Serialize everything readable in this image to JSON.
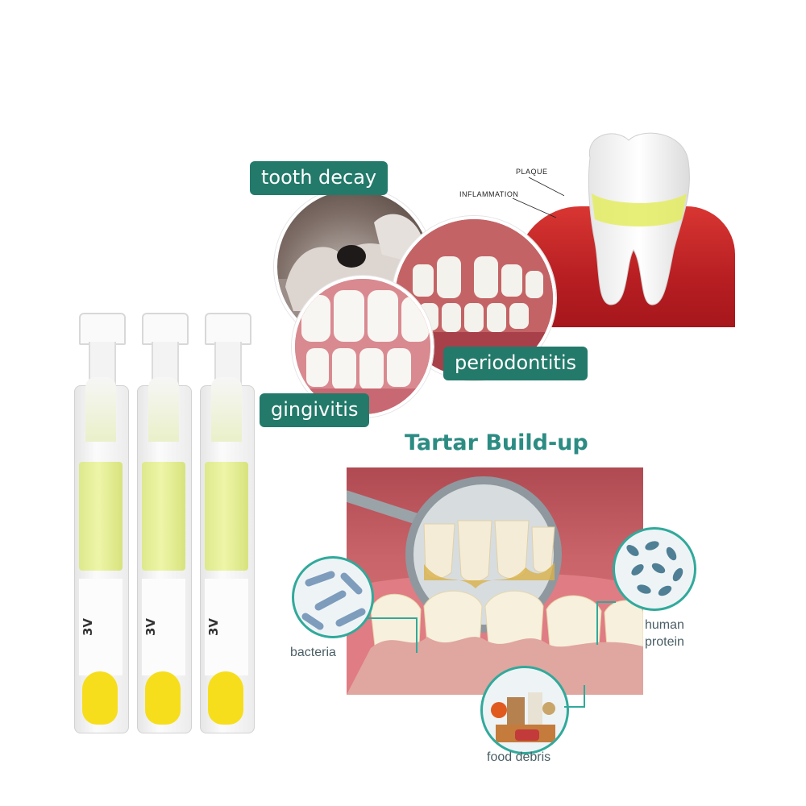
{
  "labels": {
    "tooth_decay": "tooth decay",
    "periodontitis": "periodontitis",
    "gingivitis": "gingivitis",
    "plaque": "PLAQUE",
    "inflammation": "INFLAMMATION"
  },
  "tartar": {
    "title": "Tartar Build-up",
    "bacteria": "bacteria",
    "human_protein": "human protein",
    "food_debris": "food debris"
  },
  "vials": {
    "count": 3,
    "label_text": "3V"
  },
  "colors": {
    "tag_bg": "#237a6a",
    "tartar_title": "#2c8c83",
    "callout_ring": "#31a99b",
    "liquid": "#e6ef9c",
    "vial_tip": "#f6de1c"
  }
}
